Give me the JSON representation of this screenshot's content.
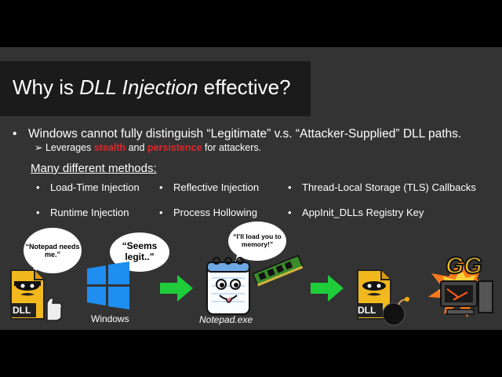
{
  "slide": {
    "title_pre": "Why is ",
    "title_em": "DLL Injection",
    "title_post": " effective?",
    "bullet_marker": "•",
    "bullet_text": "Windows cannot fully distinguish “Legitimate” v.s. “Attacker-Supplied” DLL paths.",
    "sub_marker": "➢",
    "sub_pre": "Leverages ",
    "sub_stealth": "stealth",
    "sub_mid": " and ",
    "sub_persistence": "persistence",
    "sub_post": " for attackers.",
    "methods_heading": "Many different methods:",
    "method_marker": "•",
    "methods": [
      "Load-Time Injection",
      "Reflective Injection",
      "Thread-Local Storage (TLS) Callbacks",
      "Runtime Injection",
      "Process Hollowing",
      "AppInit_DLLs Registry Key"
    ]
  },
  "illustration": {
    "bubble_notepad": "“Notepad needs me.”",
    "bubble_legit": "“Seems legit..”",
    "bubble_memory": "“I’ll load you to memory!”",
    "dll_label_1": "DLL",
    "dll_label_2": "DLL",
    "windows_label": "Windows",
    "notepad_label": "Notepad.exe",
    "gg_text": "GG"
  },
  "colors": {
    "slide_bg": "#333333",
    "title_bg": "#1b1b1b",
    "highlight": "#e0262b",
    "arrow": "#1fcc3a",
    "windows_blue": "#1e8ef0",
    "file_yellow": "#f2b91e"
  }
}
